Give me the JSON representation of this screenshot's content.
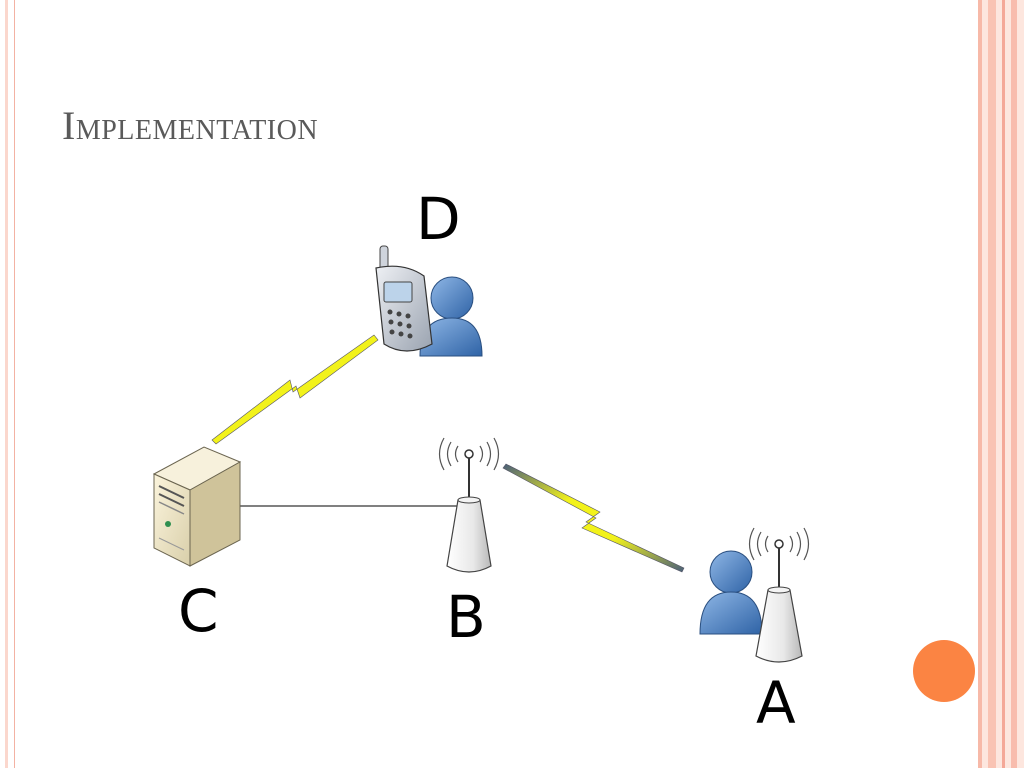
{
  "slide": {
    "title": "Implementation"
  },
  "nodes": {
    "a": {
      "label": "A",
      "icon": "user-with-access-point-icon"
    },
    "b": {
      "label": "B",
      "icon": "wireless-access-point-icon"
    },
    "c": {
      "label": "C",
      "icon": "server-icon"
    },
    "d": {
      "label": "D",
      "icon": "user-with-mobile-phone-icon"
    }
  },
  "links": [
    {
      "from": "C",
      "to": "D",
      "type": "wireless"
    },
    {
      "from": "C",
      "to": "B",
      "type": "wired"
    },
    {
      "from": "B",
      "to": "A",
      "type": "wireless"
    }
  ],
  "colors": {
    "frame": "#f3b2a3",
    "accent_dot": "#fb8443",
    "title": "#5a5a5a",
    "person": "#4f86c6",
    "lightning": "#f2f21b"
  }
}
